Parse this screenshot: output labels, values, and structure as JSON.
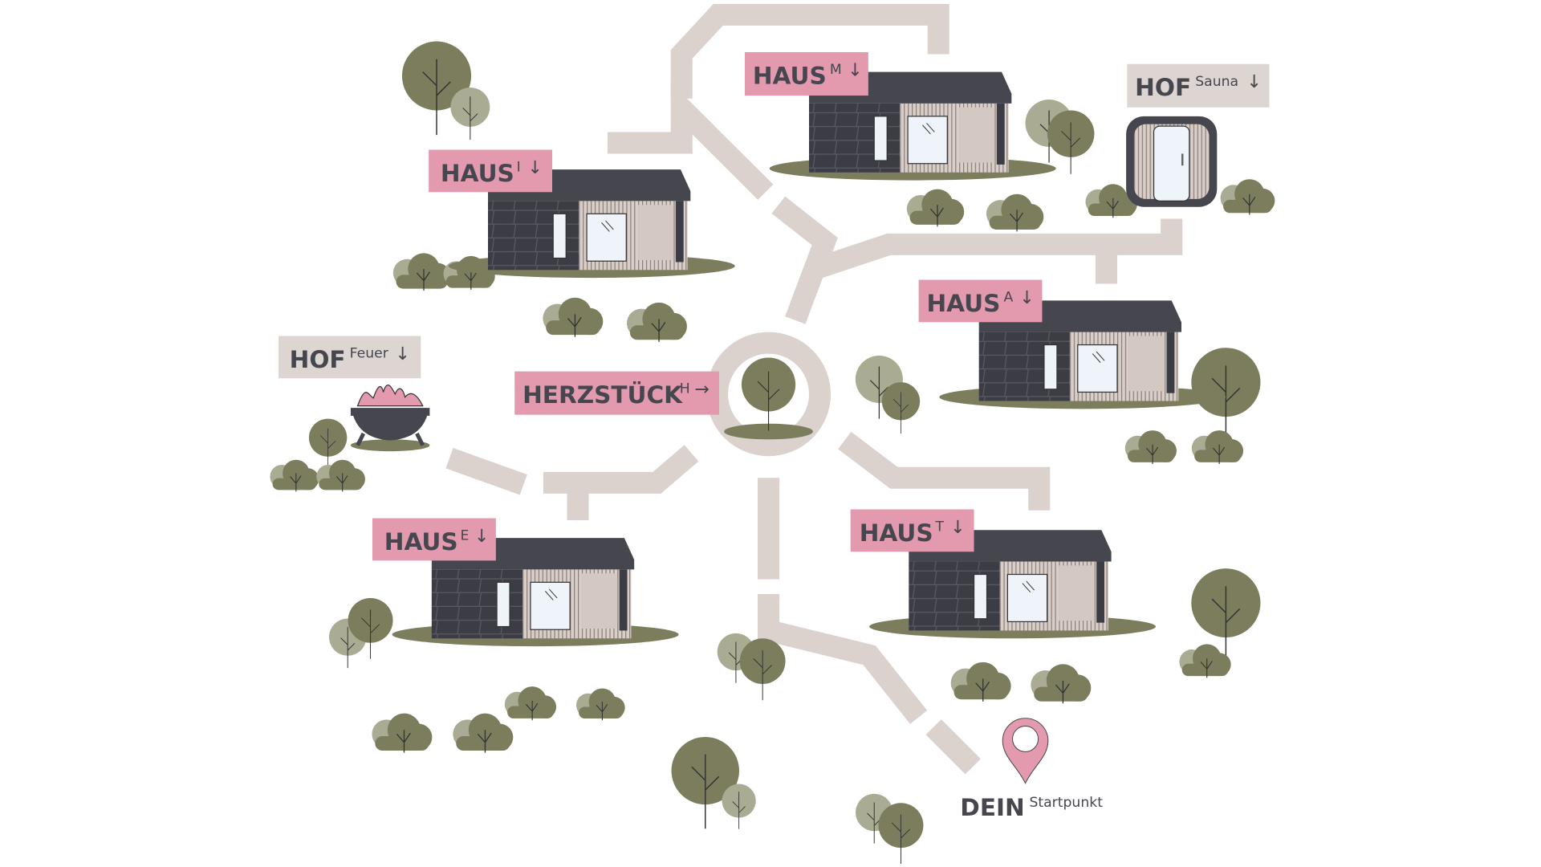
{
  "map": {
    "labels": [
      {
        "id": "haus-m",
        "main": "HAUS",
        "sup": "M",
        "arrow": "↓"
      },
      {
        "id": "haus-i",
        "main": "HAUS",
        "sup": "I",
        "arrow": "↓"
      },
      {
        "id": "haus-a",
        "main": "HAUS",
        "sup": "A",
        "arrow": "↓"
      },
      {
        "id": "haus-e",
        "main": "HAUS",
        "sup": "E",
        "arrow": "↓"
      },
      {
        "id": "haus-t",
        "main": "HAUS",
        "sup": "T",
        "arrow": "↓"
      },
      {
        "id": "hof-sauna",
        "main": "HOF",
        "sup": "Sauna",
        "arrow": "↓"
      },
      {
        "id": "hof-feuer",
        "main": "HOF",
        "sup": "Feuer",
        "arrow": "↓"
      },
      {
        "id": "herzstueck",
        "main": "HERZSTÜCK",
        "sup": "H",
        "arrow": "→"
      }
    ],
    "start": {
      "main": "DEIN",
      "sup": "Startpunkt"
    }
  },
  "colors": {
    "pink": "#e39aae",
    "grey_label": "#ddd5d1",
    "road": "#dbd2ce",
    "olive": "#7b7d5d",
    "dark": "#46464f"
  }
}
